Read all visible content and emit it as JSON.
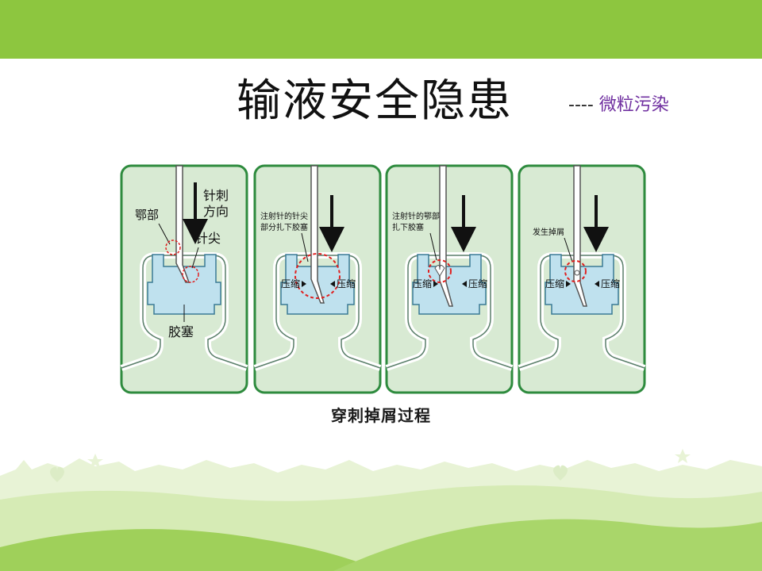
{
  "slide": {
    "title": "输液安全隐患",
    "subtitle_dash": "----",
    "subtitle_text": "微粒污染",
    "caption": "穿刺掉屑过程"
  },
  "panels": [
    {
      "labels": {
        "direction": [
          "针刺",
          "方向"
        ],
        "jaw": "鄂部",
        "tip": "针尖",
        "stopper": "胶塞"
      }
    },
    {
      "note": [
        "注射针的针尖",
        "部分扎下胶塞"
      ],
      "compress_left": "压缩",
      "compress_right": "压缩"
    },
    {
      "note": [
        "注射针的鄂部",
        "扎下胶塞"
      ],
      "compress_left": "压缩",
      "compress_right": "压缩"
    },
    {
      "note": [
        "发生掉屑"
      ],
      "compress_left": "压缩",
      "compress_right": "压缩"
    }
  ],
  "colors": {
    "top_bar": "#8dc63f",
    "panel_border": "#2e8b3e",
    "panel_fill": "#d8ead3",
    "stopper_fill": "#bfe1ee",
    "highlight_circle": "#e02020",
    "subtitle": "#7030a0"
  }
}
